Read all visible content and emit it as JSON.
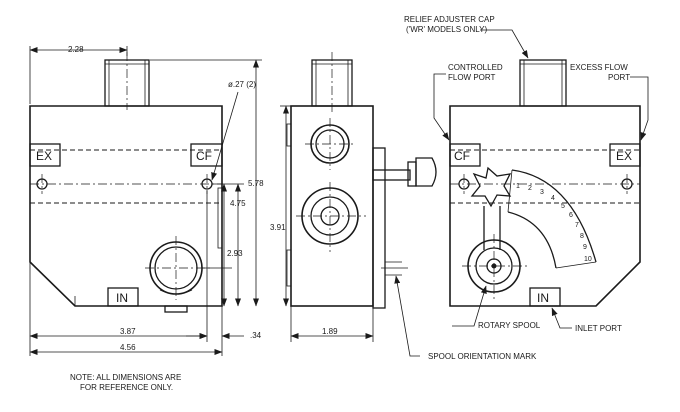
{
  "dimensions": {
    "d_2_28": "2.28",
    "d_027": "ø.27 (2)",
    "d_578": "5.78",
    "d_475": "4.75",
    "d_293": "2.93",
    "d_391": "3.91",
    "d_387": "3.87",
    "d_456": "4.56",
    "d_034": ".34",
    "d_189": "1.89"
  },
  "ports": {
    "ex_left": "EX",
    "cf_left": "CF",
    "in_left": "IN",
    "cf_right": "CF",
    "ex_right": "EX",
    "in_right": "IN"
  },
  "callouts": {
    "relief_line1": "RELIEF ADJUSTER CAP",
    "relief_line2": "('WR' MODELS ONLY)",
    "controlled_line1": "CONTROLLED",
    "controlled_line2": "FLOW PORT",
    "excess_line1": "EXCESS FLOW",
    "excess_line2": "PORT",
    "rotary_spool": "ROTARY SPOOL",
    "inlet_port": "INLET PORT",
    "spool_mark": "SPOOL ORIENTATION MARK"
  },
  "scale": [
    "1",
    "2",
    "3",
    "4",
    "5",
    "6",
    "7",
    "8",
    "9",
    "10"
  ],
  "note": {
    "line1": "NOTE: ALL DIMENSIONS ARE",
    "line2": "FOR REFERENCE ONLY."
  }
}
